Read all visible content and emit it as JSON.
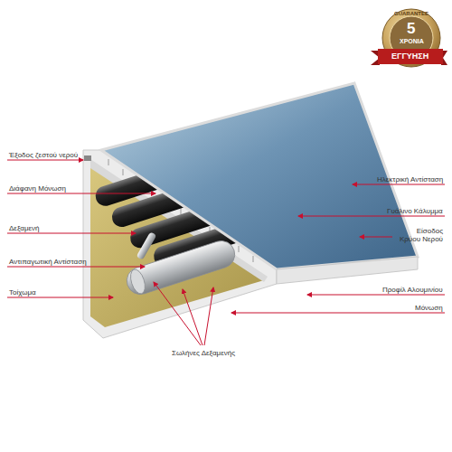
{
  "diagram": {
    "labels": [
      "GUARANTEE",
      "5",
      "ΧΡΟΝΙΑ",
      "ΕΓΓΥΗΣΗ",
      "Έξοδος ζεστού νερού",
      "Διάφανη Μόνωση",
      "Δεξαμενή",
      "Αντιπαγωτική Αντίσταση",
      "Τοίχωμα",
      "Ηλεκτρική Αντίσταση",
      "Γυάλινο Κάλυμμα",
      "Είσοδος Κρύου Νερού",
      "Προφίλ Αλουμινίου",
      "Μόνωση",
      "Σωλήνες Δεξαμενής"
    ]
  }
}
